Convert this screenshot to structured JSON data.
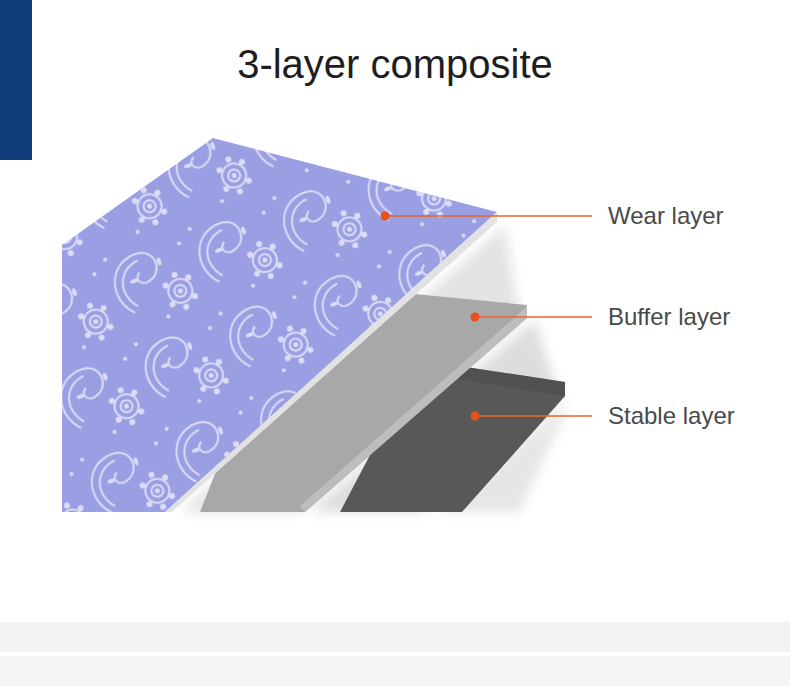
{
  "diagram": {
    "title": "3-layer composite",
    "labels": [
      "Wear layer",
      "Buffer layer",
      "Stable layer"
    ]
  }
}
